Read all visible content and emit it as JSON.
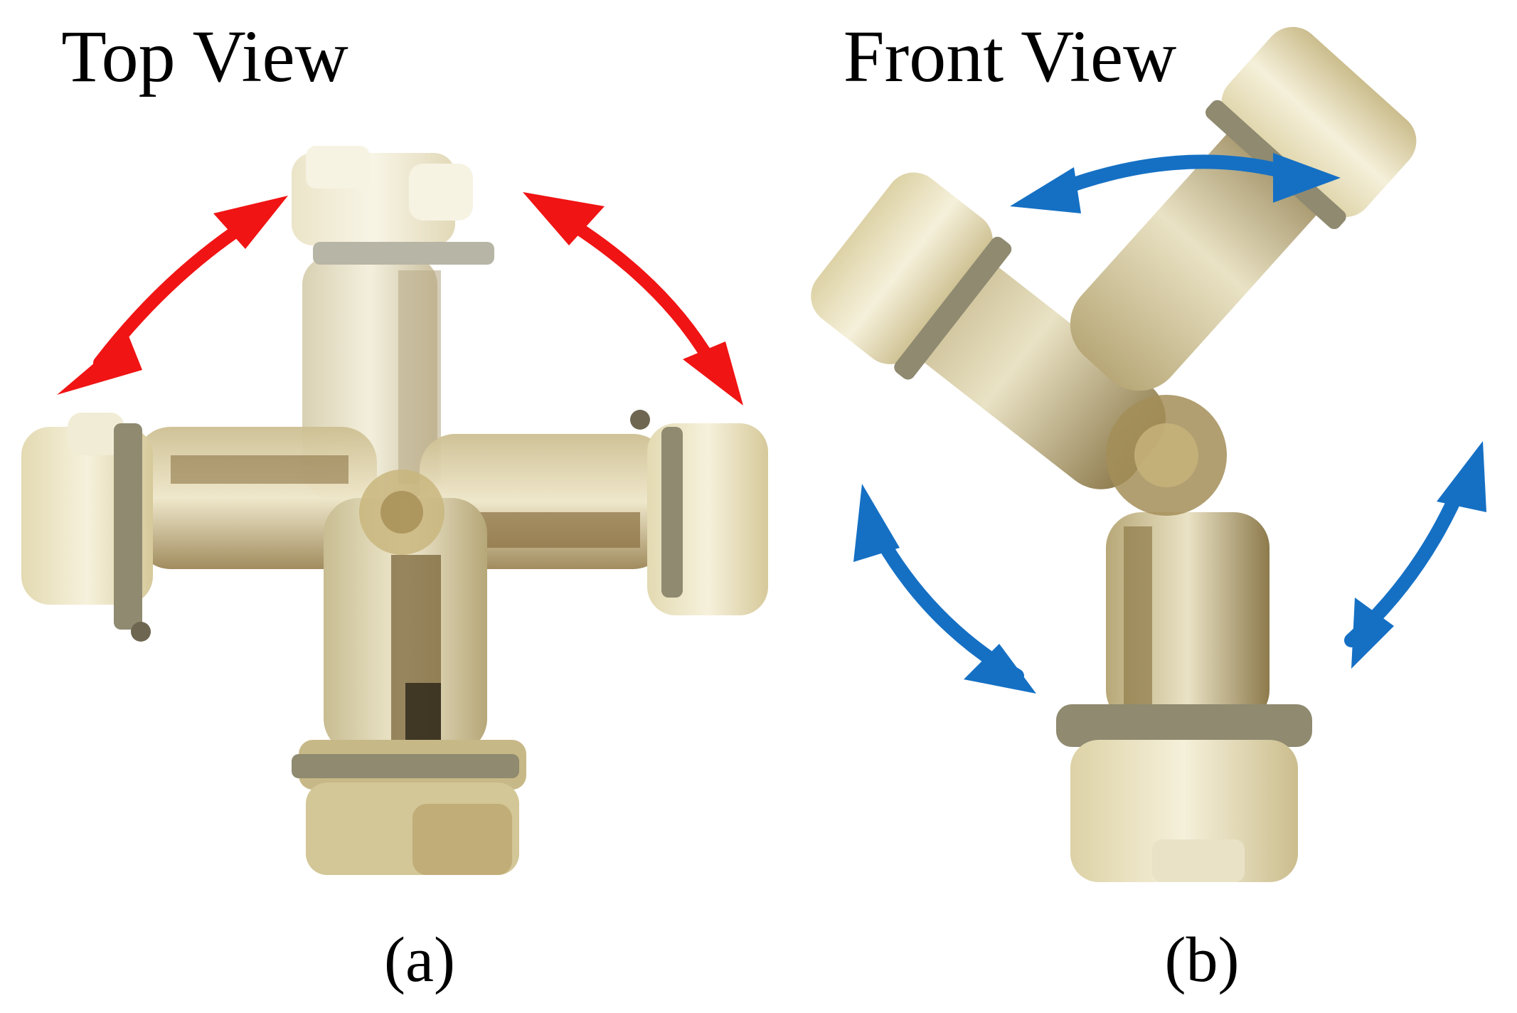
{
  "panel_a": {
    "title": "Top View",
    "caption": "(a)",
    "arrow_color": "#f01414"
  },
  "panel_b": {
    "title": "Front View",
    "caption": "(b)",
    "arrow_color": "#1570c4"
  },
  "colors": {
    "cap": "#efe8c8",
    "sleeve": "#e4dcb9",
    "mesh": "#a08a58",
    "clamp": "#8a8570"
  }
}
